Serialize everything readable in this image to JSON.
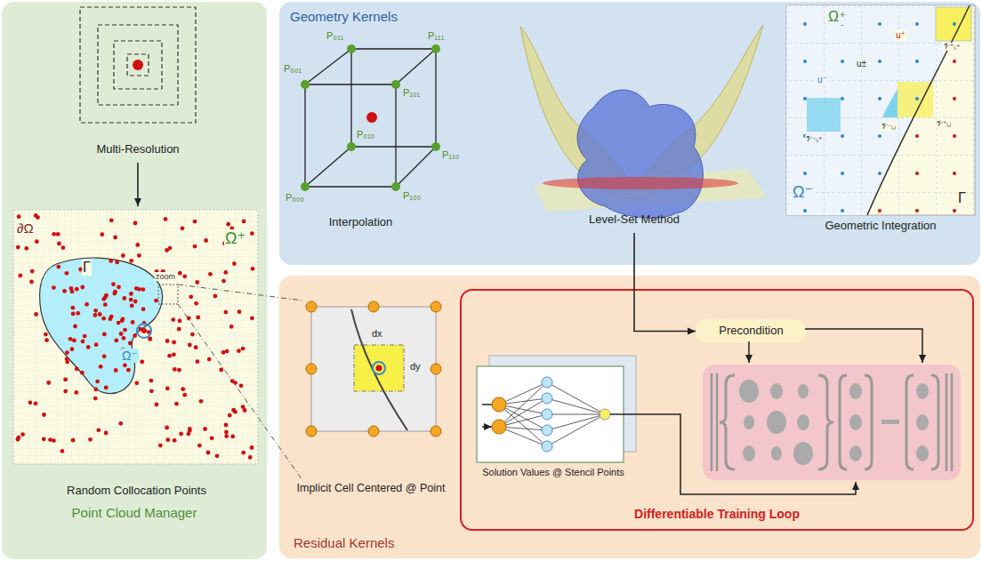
{
  "diagram": {
    "nodes": [
      {
        "text": [
          "Point Cloud Manager"
        ]
      },
      {
        "text": [
          "Multi-Resolution"
        ],
        "in": 0
      },
      {
        "text": [
          "Random Collocation Points"
        ],
        "in": 0
      },
      {
        "text": [
          "Geometry Kernels"
        ]
      },
      {
        "text": [
          "Interpolation"
        ],
        "in": 3
      },
      {
        "text": [
          "Level-Set Method"
        ],
        "in": 3
      },
      {
        "text": [
          "Geometric Integration"
        ],
        "in": 3
      },
      {
        "text": [
          "Residual Kernels"
        ]
      },
      {
        "text": [
          "Implicit Cell Centered @ Point"
        ],
        "in": 7
      },
      {
        "text": [
          "Differentiable Training Loop"
        ],
        "in": 7
      },
      {
        "text": [
          "Precondition"
        ],
        "in": 9
      },
      {
        "text": [
          "Solution Values @ Stencil Points"
        ],
        "in": 9
      }
    ],
    "edges": [
      {
        "from": 1,
        "to": 2,
        "arrow": "to"
      },
      {
        "from": 5,
        "to": 10,
        "arrow": "to"
      }
    ],
    "labels": [
      "∂Ω",
      "Ω⁺",
      "Γ",
      "zoom",
      "Ω⁻",
      "P₀₁₁",
      "P₁₁₁",
      "P₀₀₁",
      "P₁₀₁",
      "P₀₁₀",
      "P₁₁₀",
      "P₀₀₀",
      "P₁₀₀",
      "Ω⁺",
      "u⁺",
      "𝒱⁺ᵢ,*",
      "u±",
      "𝒱⁺ᵢ,ⱼ",
      "u⁻",
      "𝒱⁻ᵢ,*",
      "𝒱⁻ᵢ,ⱼ",
      "Ω⁻",
      "Γ",
      "dx",
      "dy"
    ]
  }
}
